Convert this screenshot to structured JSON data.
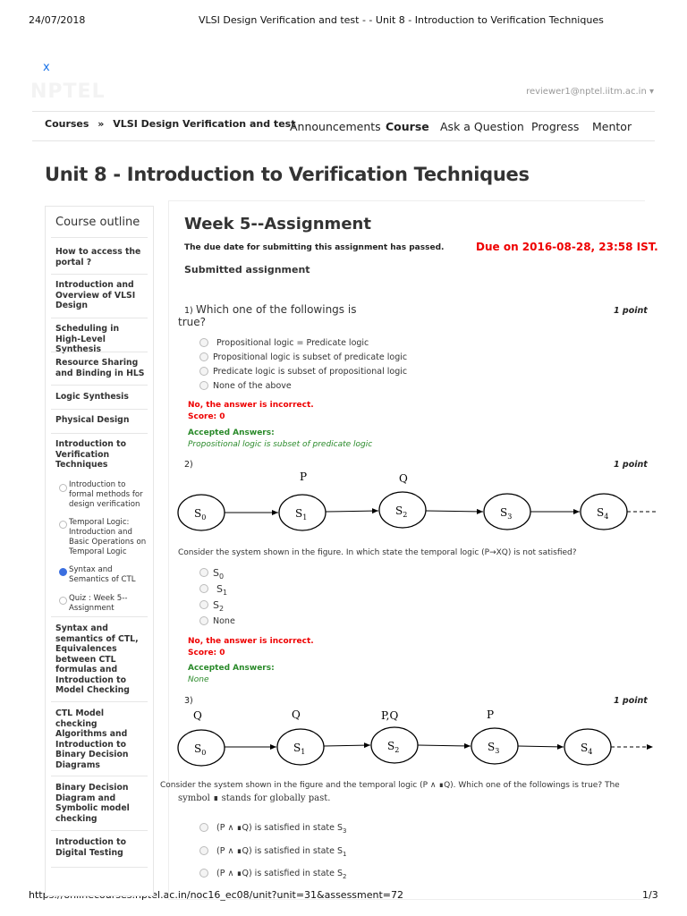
{
  "print_header": {
    "date": "24/07/2018",
    "title": "VLSI Design Verification and test - - Unit 8 - Introduction to Verification Techniques"
  },
  "print_footer": {
    "url": "https://onlinecourses.nptel.ac.in/noc16_ec08/unit?unit=31&assessment=72",
    "page": "1/3"
  },
  "header": {
    "close": "x",
    "logo": "NPTEL",
    "user": "reviewer1@nptel.iitm.ac.in ▾"
  },
  "breadcrumb": {
    "courses": "Courses",
    "sep": "»",
    "course": "VLSI Design Verification and test"
  },
  "nav": [
    "Announcements",
    "Course",
    "Ask a Question",
    "Progress",
    "Mentor"
  ],
  "page_title": "Unit 8 - Introduction to Verification Techniques",
  "sidebar": {
    "title": "Course outline",
    "items": [
      "How to access the portal ?",
      "Introduction and Overview of VLSI Design",
      "Scheduling in High-Level Synthesis",
      "Resource Sharing and Binding in HLS",
      "Logic Synthesis",
      "Physical Design",
      "Introduction to Verification Techniques",
      "Syntax and semantics of CTL, Equivalences between CTL formulas and Introduction to Model Checking",
      "CTL Model checking Algorithms and Introduction to Binary Decision Diagrams",
      "Binary Decision Diagram and Symbolic model checking",
      "Introduction to Digital Testing"
    ],
    "subitems": [
      "Introduction to formal methods for design verification",
      "Temporal Logic: Introduction and Basic Operations on Temporal Logic",
      "Syntax and Semantics of CTL",
      "Quiz : Week 5--Assignment"
    ]
  },
  "assignment": {
    "title": "Week 5--Assignment",
    "due_note": "The due date for submitting this assignment has passed.",
    "due": "Due on 2016-08-28, 23:58 IST.",
    "submitted": "Submitted assignment"
  },
  "q1": {
    "num": "1)",
    "text1": "Which one of the followings is",
    "text2": "true?",
    "point": "1 point",
    "options": [
      "Propositional  logic  = Predicate  logic",
      "Propositional logic is subset of predicate logic",
      "Predicate logic is subset of propositional logic",
      "None of the above"
    ],
    "wrong": "No, the answer is incorrect.",
    "score": "Score: 0",
    "accepted_label": "Accepted Answers:",
    "accepted": "Propositional logic is subset of predicate logic"
  },
  "q2": {
    "num": "2)",
    "point": "1 point",
    "labels": [
      "P",
      "Q"
    ],
    "states": [
      "S0",
      "S1",
      "S2",
      "S3",
      "S4"
    ],
    "text": "Consider the system shown in the figure. In which state the temporal logic  (P→XQ) is not satisfied?",
    "options": [
      "S0",
      "S1",
      "S2",
      "None"
    ],
    "wrong": "No, the answer is incorrect.",
    "score": "Score: 0",
    "accepted_label": "Accepted Answers:",
    "accepted": "None"
  },
  "q3": {
    "num": "3)",
    "point": "1 point",
    "labels": [
      "Q",
      "Q",
      "P,Q",
      "P"
    ],
    "states": [
      "S0",
      "S1",
      "S2",
      "S3",
      "S4"
    ],
    "text1": "Consider the system shown in the figure and the temporal logic (P ∧  ∎Q).  Which one of the followings is true?  The",
    "text2": "symbol ∎ stands for globally past.",
    "options": [
      {
        "main": "(P ∧  ∎Q)  is satisfied in state S",
        "sub": "3"
      },
      {
        "main": "(P ∧  ∎Q)  is satisfied in state S",
        "sub": "1"
      },
      {
        "main": "(P ∧  ∎Q)  is satisfied in state S",
        "sub": "2"
      }
    ]
  }
}
